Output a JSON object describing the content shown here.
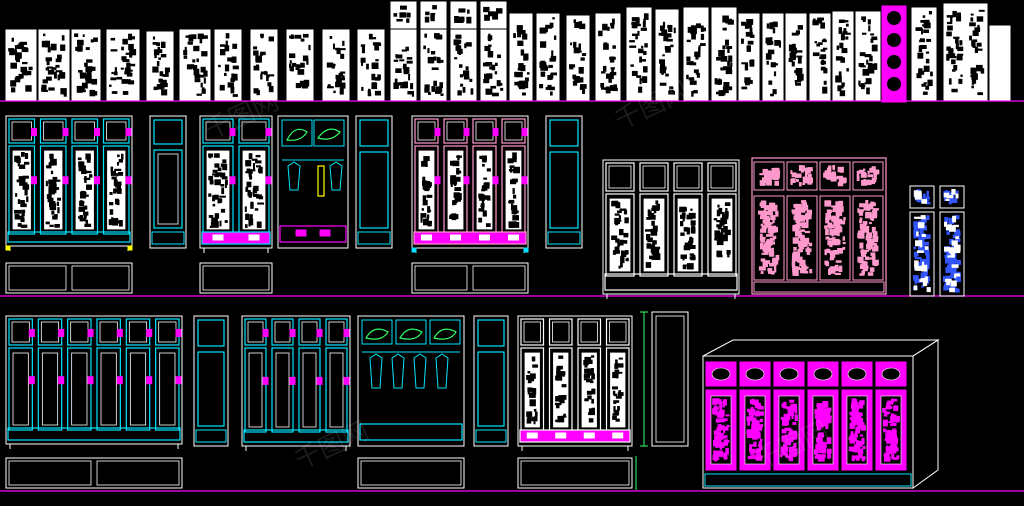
{
  "colors": {
    "background": "#000000",
    "white": "#ffffff",
    "cyan": "#00e5ff",
    "magenta": "#ff00ff",
    "pink": "#ff99cc",
    "blue": "#3355ff",
    "yellow": "#ffff00",
    "green": "#33ff66"
  },
  "drawing": {
    "top_panel_count": 33,
    "baseline_count": 3,
    "watermark_text": "千图网"
  }
}
